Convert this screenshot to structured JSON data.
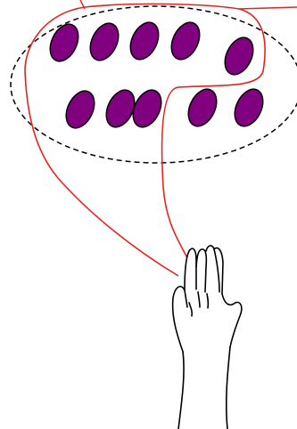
{
  "colors": {
    "background": "#ffffff",
    "counter_fill": "#800080",
    "counter_stroke": "#000000",
    "group_ellipse_stroke": "#000000",
    "pointer_line": "#e8231f",
    "hand_stroke": "#000000"
  },
  "counters": {
    "count": 10,
    "rows": [
      5,
      5
    ]
  },
  "group_ellipse_style": "dashed",
  "hand_icon": "hand-pointing-up-icon"
}
